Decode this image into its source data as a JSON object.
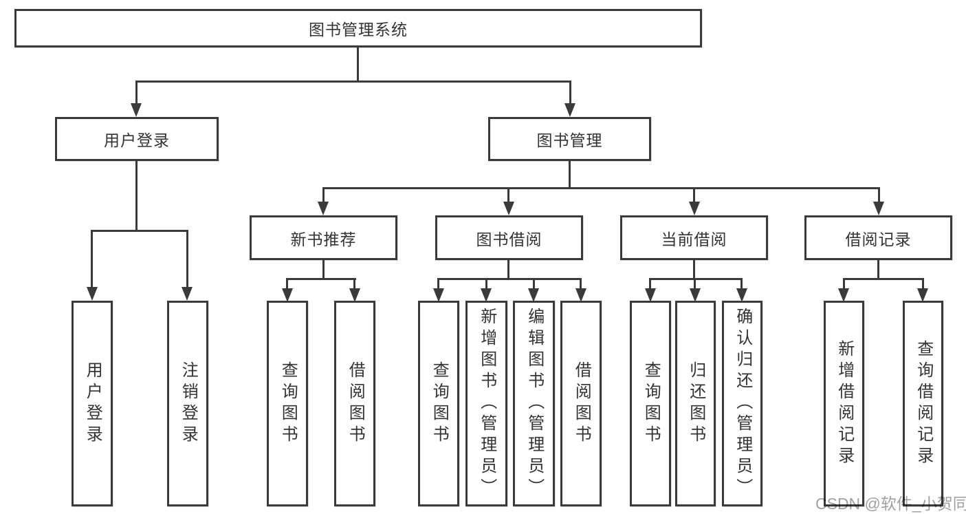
{
  "colors": {
    "line": "#3a3a3a",
    "text": "#333333",
    "watermark": "#a0a0a0",
    "background": "#ffffff"
  },
  "watermark": "CSDN @软件_小贺同学",
  "nodes": {
    "root": "图书管理系统",
    "user_login": "用户登录",
    "book_management": "图书管理",
    "new_book_recommend": "新书推荐",
    "book_borrow": "图书借阅",
    "current_borrow": "当前借阅",
    "borrow_records": "借阅记录"
  },
  "leaves": {
    "user_login": [
      "用户登录",
      "注销登录"
    ],
    "new_book_recommend": [
      "查询图书",
      "借阅图书"
    ],
    "book_borrow": [
      "查询图书",
      "新增图书（管理员）",
      "编辑图书（管理员）",
      "借阅图书"
    ],
    "current_borrow": [
      "查询图书",
      "归还图书",
      "确认归还（管理员）"
    ],
    "borrow_records": [
      "新增借阅记录",
      "查询借阅记录"
    ]
  }
}
